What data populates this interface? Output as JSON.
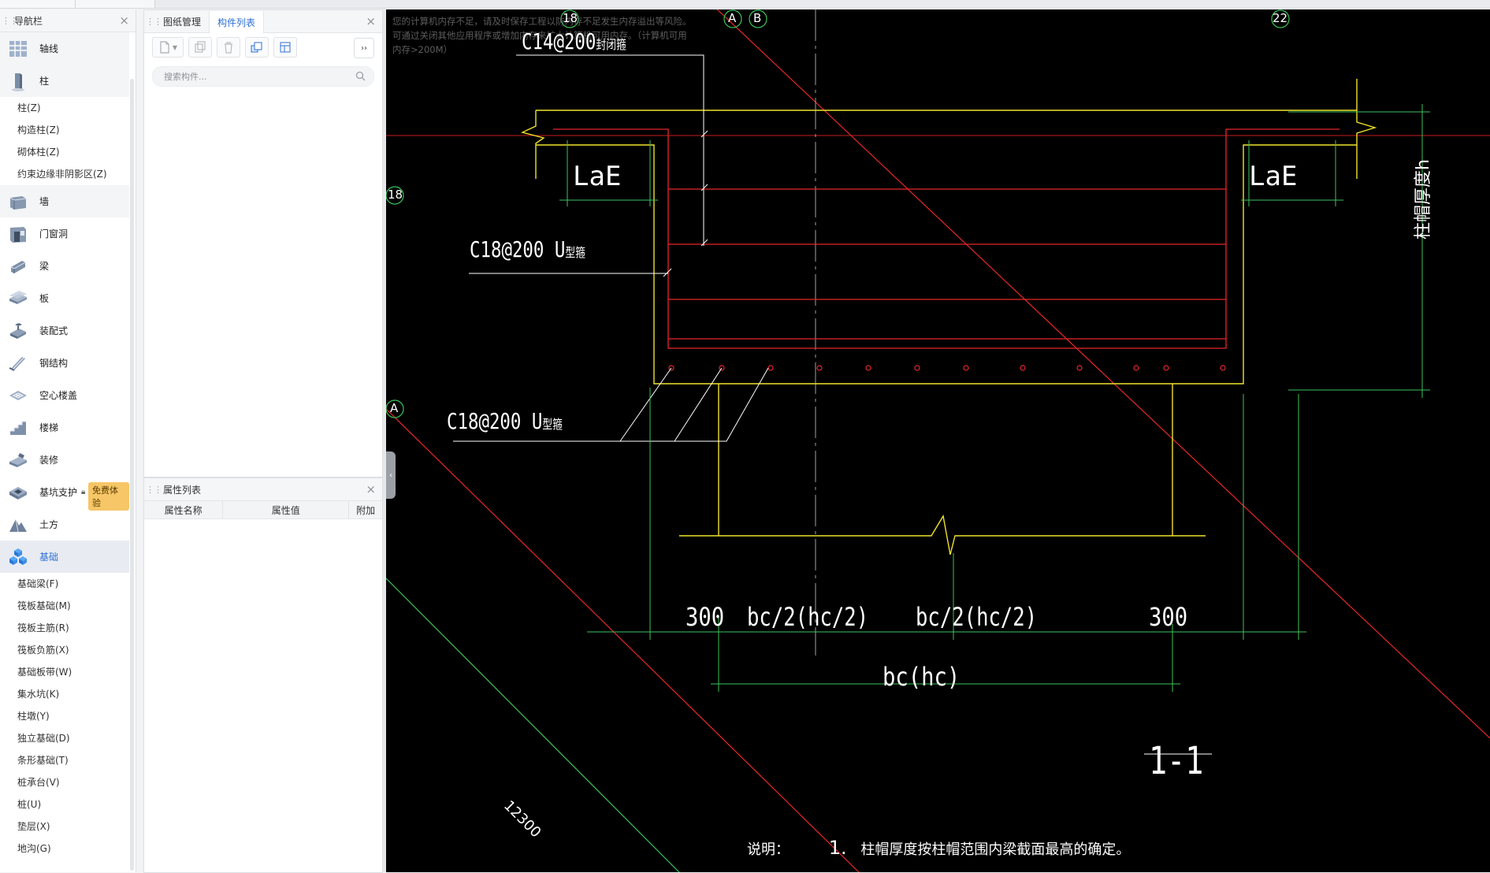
{
  "nav": {
    "title": "导航栏",
    "items": [
      {
        "label": "轴线",
        "icon": "grid-axis-icon"
      },
      {
        "label": "柱",
        "icon": "column-icon",
        "subs": [
          "柱(Z)",
          "构造柱(Z)",
          "砌体柱(Z)",
          "约束边缘非阴影区(Z)"
        ]
      },
      {
        "label": "墙",
        "icon": "wall-icon"
      },
      {
        "label": "门窗洞",
        "icon": "door-window-icon"
      },
      {
        "label": "梁",
        "icon": "beam-icon"
      },
      {
        "label": "板",
        "icon": "slab-icon"
      },
      {
        "label": "装配式",
        "icon": "prefab-icon"
      },
      {
        "label": "钢结构",
        "icon": "steel-icon"
      },
      {
        "label": "空心楼盖",
        "icon": "hollow-floor-icon"
      },
      {
        "label": "楼梯",
        "icon": "stair-icon"
      },
      {
        "label": "装修",
        "icon": "decoration-icon"
      },
      {
        "label": "基坑支护",
        "icon": "pit-support-icon",
        "badge": "免费体验"
      },
      {
        "label": "土方",
        "icon": "earthwork-icon"
      },
      {
        "label": "基础",
        "icon": "foundation-icon",
        "subs": [
          "基础梁(F)",
          "筏板基础(M)",
          "筏板主筋(R)",
          "筏板负筋(X)",
          "基础板带(W)",
          "集水坑(K)",
          "柱墩(Y)",
          "独立基础(D)",
          "条形基础(T)",
          "桩承台(V)",
          "桩(U)",
          "垫层(X)",
          "地沟(G)"
        ]
      }
    ]
  },
  "component_panel": {
    "tabs": [
      "图纸管理",
      "构件列表"
    ],
    "active_tab": "构件列表",
    "search_placeholder": "搜索构件...",
    "more_label": "››"
  },
  "properties": {
    "title": "属性列表",
    "columns": [
      "属性名称",
      "属性值",
      "附加"
    ]
  },
  "canvas": {
    "memory_warning": "您的计算机内存不足，请及时保存工程以防内存不足发生内存溢出等风险。可通过关闭其他应用程序或增加内存来扩大计算机可用内存。（计算机可用内存>200M）",
    "axis_labels": [
      "18",
      "A",
      "B",
      "22",
      "18",
      "A"
    ],
    "rebar_labels": {
      "top": "C14@200",
      "top_suffix": "封闭箍",
      "mid": "C18@200 U",
      "mid_suffix": "型箍",
      "low": "C18@200 U",
      "low_suffix": "型箍"
    },
    "lae": "LaE",
    "dims": {
      "left": "300",
      "mid_left": "bc/2(hc/2)",
      "mid_right": "bc/2(hc/2)",
      "right": "300",
      "bottom": "bc(hc)"
    },
    "vertical_note": "柱帽厚度h",
    "section": "1-1",
    "note_prefix": "说明：",
    "note_number": "1.",
    "note_text": "柱帽厚度按柱帽范围内梁截面最高的确定。",
    "diag_dim": "12300",
    "colors": {
      "red": "#e8262a",
      "yellow": "#f0e22c",
      "green": "#3cc35a",
      "white": "#ffffff"
    }
  }
}
